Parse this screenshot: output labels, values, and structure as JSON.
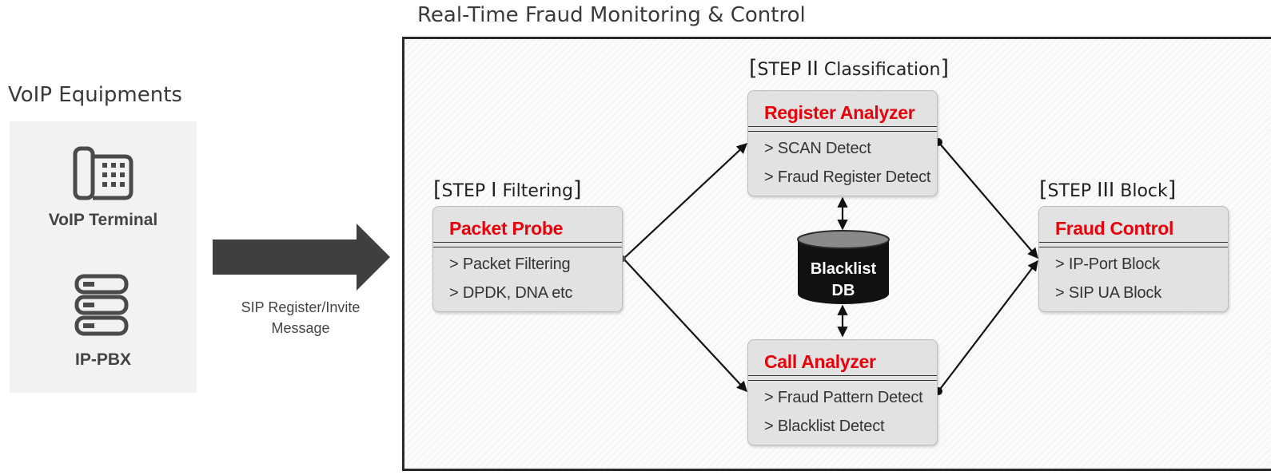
{
  "left": {
    "title": "VoIP Equipments",
    "terminal_label": "VoIP Terminal",
    "pbx_label": "IP-PBX"
  },
  "arrow": {
    "caption_line1": "SIP Register/Invite",
    "caption_line2": "Message"
  },
  "main": {
    "title": "Real-Time Fraud Monitoring & Control"
  },
  "steps": {
    "step1": {
      "prefix": "STEP",
      "numeral": "I",
      "name": "Filtering"
    },
    "step2": {
      "prefix": "STEP",
      "numeral": "II",
      "name": "Classification"
    },
    "step3": {
      "prefix": "STEP",
      "numeral": "III",
      "name": "Block"
    },
    "open_bracket": "[",
    "close_bracket": "]"
  },
  "boxes": {
    "packet_probe": {
      "title": "Packet Probe",
      "items": [
        "> Packet Filtering",
        "> DPDK, DNA etc"
      ]
    },
    "register_analyzer": {
      "title": "Register Analyzer",
      "items": [
        "> SCAN Detect",
        "> Fraud Register Detect"
      ]
    },
    "call_analyzer": {
      "title": "Call Analyzer",
      "items": [
        "> Fraud Pattern Detect",
        "> Blacklist Detect"
      ]
    },
    "fraud_control": {
      "title": "Fraud Control",
      "items": [
        "> IP-Port Block",
        "> SIP UA Block"
      ]
    }
  },
  "database": {
    "line1": "Blacklist",
    "line2": "DB"
  },
  "colors": {
    "accent_red": "#e8000b",
    "box_fill": "#e2e2e2",
    "arrow_fill": "#3f3f3f",
    "db_fill": "#111111"
  }
}
